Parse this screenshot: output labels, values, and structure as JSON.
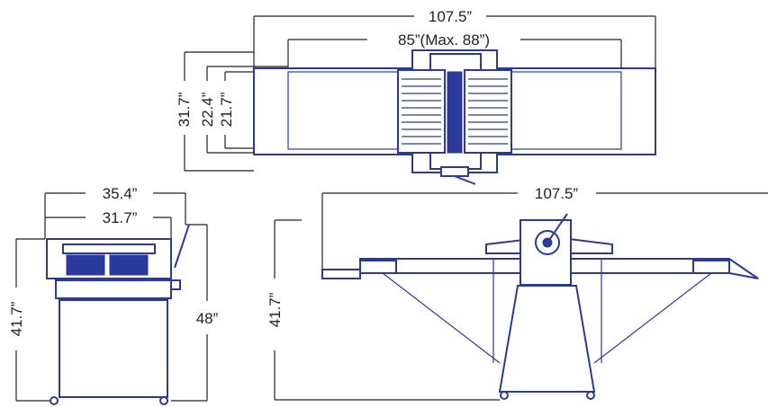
{
  "dimensions": {
    "top_total_length": "107.5”",
    "top_belt_length": "85”(Max. 88”)",
    "top_width": "31.7”",
    "top_belt_width_outer": "22.4”",
    "top_belt_width_inner": "21.7”",
    "front_overall_width": "35.4”",
    "front_body_width": "31.7”",
    "front_height": "41.7”",
    "front_total_height": "48”",
    "side_total_length": "107.5”",
    "side_height": "41.7”"
  },
  "colors": {
    "machine_outline": "#2b3a9a",
    "dimension_line": "#222222",
    "background": "#ffffff"
  }
}
